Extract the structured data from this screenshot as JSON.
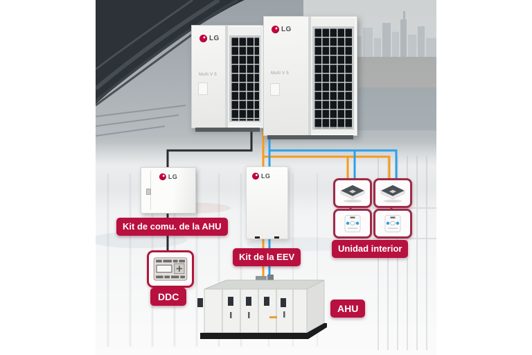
{
  "logos": {
    "lg": "LG"
  },
  "outdoor_unit": {
    "model": "Multi V 5",
    "count": 2
  },
  "labels": {
    "ahu_comm_kit": "Kit de comu. de la AHU",
    "ddc": "DDC",
    "eev_kit": "Kit de la EEV",
    "indoor_unit": "Unidad interior",
    "ahu": "AHU"
  },
  "indoor_units": {
    "cassettes": 2,
    "controllers": 2
  },
  "colors": {
    "label_red": "#b8103f",
    "device_border_red": "#9c2b49",
    "lg_red": "#c4003e",
    "line_black": "#2b2b2b",
    "line_orange": "#f59b20",
    "line_blue": "#2ba0e8"
  }
}
